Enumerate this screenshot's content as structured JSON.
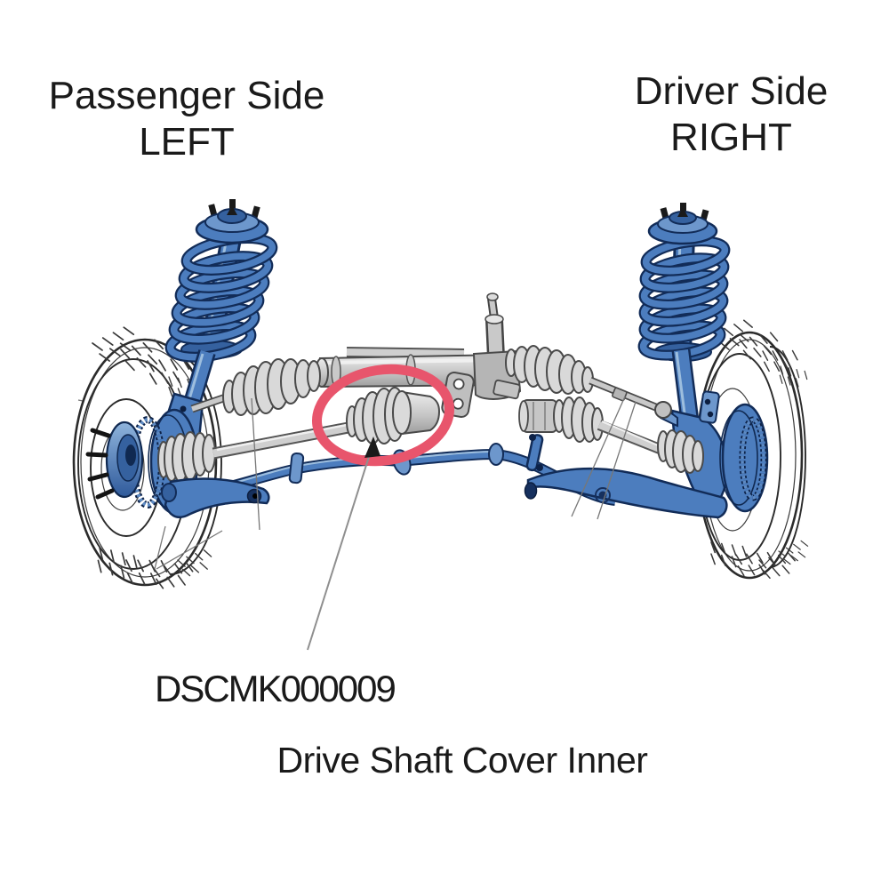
{
  "page": {
    "background": "#ffffff",
    "text_color": "#1a1a1a"
  },
  "labels": {
    "passenger_side": {
      "line1": "Passenger Side",
      "line2": "LEFT"
    },
    "driver_side": {
      "line1": "Driver Side",
      "line2": "RIGHT"
    },
    "part": {
      "code": "DSCMK000009",
      "name": "Drive Shaft Cover Inner"
    }
  },
  "diagram": {
    "description": "Front suspension and steering assembly: two wheels, coil-over struts, steering rack with boots, drive shafts with CV boots, sway bar and control arms",
    "highlight": {
      "shape": "ellipse",
      "target": "inner-cv-boot",
      "color": "#e8556c"
    },
    "colors": {
      "component_blue": "#4c7dbe",
      "component_blue_dark": "#122c58",
      "metal_gray": "#cfcfcf",
      "outline": "#4a4a4a",
      "leader_line": "#8f8f8f"
    }
  }
}
